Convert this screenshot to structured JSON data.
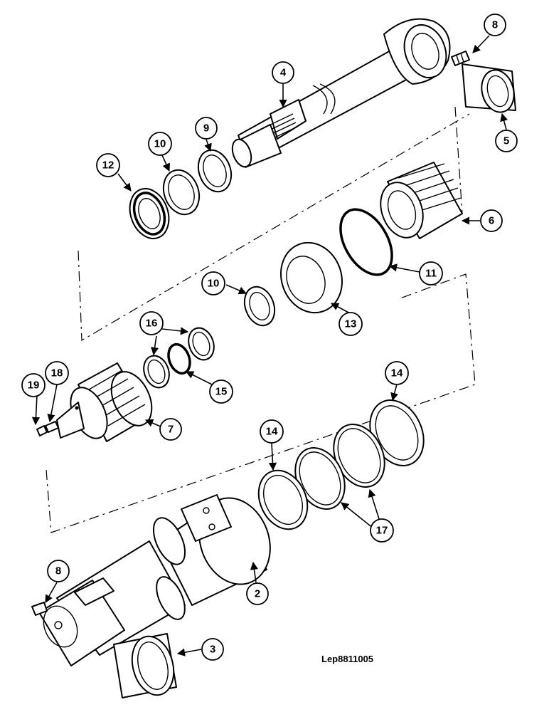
{
  "figure": {
    "reference_code": "Lep8811005"
  },
  "callouts": [
    {
      "id": "c4",
      "label": "4"
    },
    {
      "id": "c8a",
      "label": "8"
    },
    {
      "id": "c5",
      "label": "5"
    },
    {
      "id": "c9",
      "label": "9"
    },
    {
      "id": "c10a",
      "label": "10"
    },
    {
      "id": "c12",
      "label": "12"
    },
    {
      "id": "c6",
      "label": "6"
    },
    {
      "id": "c11",
      "label": "11"
    },
    {
      "id": "c10b",
      "label": "10"
    },
    {
      "id": "c13",
      "label": "13"
    },
    {
      "id": "c16",
      "label": "16"
    },
    {
      "id": "c15",
      "label": "15"
    },
    {
      "id": "c19",
      "label": "19"
    },
    {
      "id": "c18",
      "label": "18"
    },
    {
      "id": "c7",
      "label": "7"
    },
    {
      "id": "c14a",
      "label": "14"
    },
    {
      "id": "c14b",
      "label": "14"
    },
    {
      "id": "c17",
      "label": "17"
    },
    {
      "id": "c8b",
      "label": "8"
    },
    {
      "id": "c2",
      "label": "2"
    },
    {
      "id": "c3",
      "label": "3"
    }
  ]
}
